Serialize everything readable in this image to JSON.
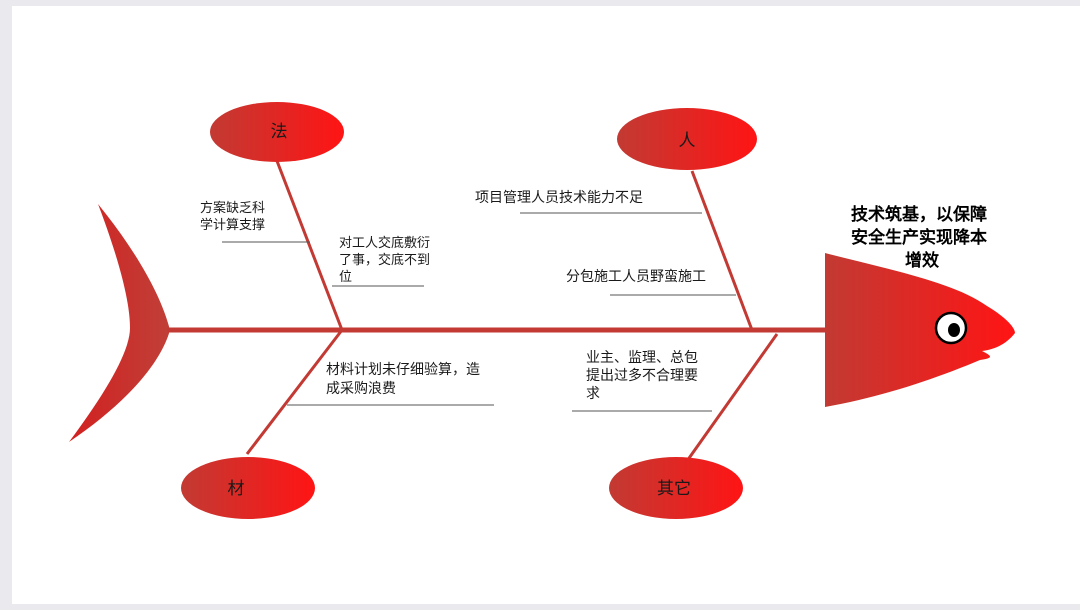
{
  "colors": {
    "fish_red": "#d42a25",
    "fish_red_light": "#ff1a1a",
    "spine": "#c23a33",
    "text": "#1a1a1a",
    "underline": "#555555"
  },
  "head": {
    "title_lines": [
      "技术筑基，以保障",
      "安全生产实现降本",
      "增效"
    ]
  },
  "categories": {
    "fa": "法",
    "ren": "人",
    "cai": "材",
    "qita": "其它"
  },
  "causes": {
    "fa_1": [
      "方案缺乏科",
      "学计算支撑"
    ],
    "fa_2": [
      "对工人交底敷衍",
      "了事，交底不到",
      "位"
    ],
    "ren_1": [
      "项目管理人员技术能力不足"
    ],
    "ren_2": [
      "分包施工人员野蛮施工"
    ],
    "cai_1": [
      "材料计划未仔细验算，造",
      "成采购浪费"
    ],
    "qita_1": [
      "业主、监理、总包",
      "提出过多不合理要",
      "求"
    ]
  }
}
